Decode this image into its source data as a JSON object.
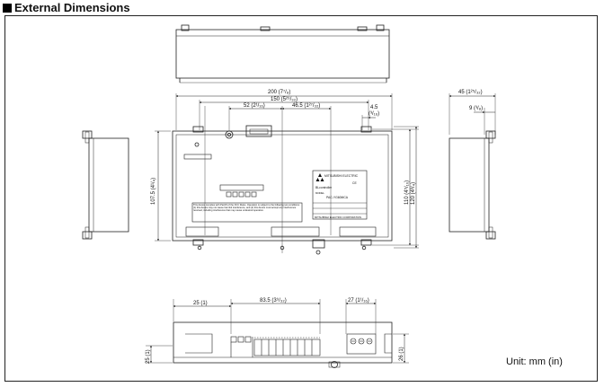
{
  "title": "External Dimensions",
  "unit_label": "Unit: mm (in)",
  "dims": {
    "w200": "200 (7⁷/₈)",
    "w150": "150 (5²⁹/₃₂)",
    "w52": "52 (2¹/₁₆)",
    "w46_5": "46.5 (1²⁷/₃₂)",
    "w4_5": "4.5",
    "w4_5_in": "(³/₁₆)",
    "d45": "45 (1²⁵/₃₂)",
    "d9": "9 (³/₈)",
    "h107_5": "107.5 (4¹/₄)",
    "h110": "110 (4⁵/₁₆)",
    "h120": "120 (4³/₄)",
    "b25": "25 (1)",
    "b83_5": "83.5 (3⁹/₃₂)",
    "b27": "27 (1¹/₁₆)",
    "b25v": "25 (1)",
    "b26v": "26 (1)"
  },
  "device": {
    "brand": "MITSUBISHI ELECTRIC",
    "series": "BLcontroller",
    "model_label": "MODEL",
    "model": "PAC-YG60MCA",
    "manufacturer": "MITSUBISHI ELECTRIC CORPORATION",
    "ce": "CE",
    "notice": "This device complies with Part15 of the FCC Rules. Operation is subject to the following two conditions: (1) this device may not cause harmful interference, and (2) this device must accept any interference received, including interference that may cause undesired operation."
  }
}
